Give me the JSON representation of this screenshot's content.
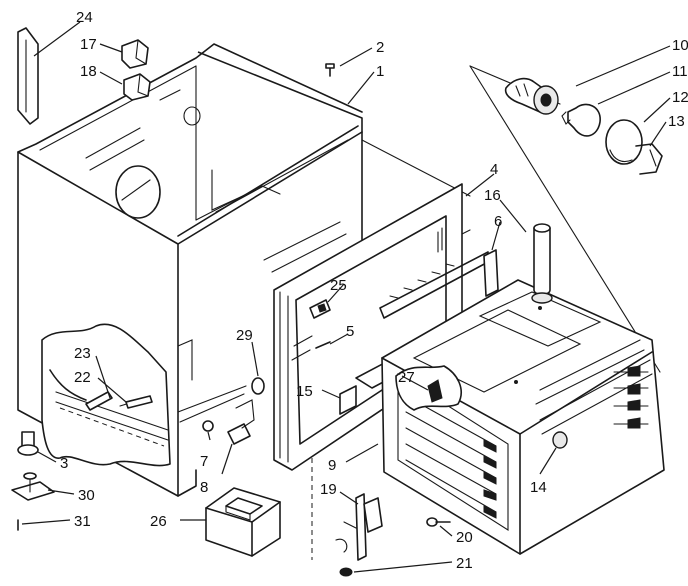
{
  "callouts": [
    {
      "id": "1",
      "text": "1"
    },
    {
      "id": "2",
      "text": "2"
    },
    {
      "id": "3",
      "text": "3"
    },
    {
      "id": "4",
      "text": "4"
    },
    {
      "id": "5",
      "text": "5"
    },
    {
      "id": "6",
      "text": "6"
    },
    {
      "id": "7",
      "text": "7"
    },
    {
      "id": "8",
      "text": "8"
    },
    {
      "id": "9",
      "text": "9"
    },
    {
      "id": "10",
      "text": "10"
    },
    {
      "id": "11",
      "text": "11"
    },
    {
      "id": "12",
      "text": "12"
    },
    {
      "id": "13",
      "text": "13"
    },
    {
      "id": "14",
      "text": "14"
    },
    {
      "id": "15",
      "text": "15"
    },
    {
      "id": "16",
      "text": "16"
    },
    {
      "id": "17",
      "text": "17"
    },
    {
      "id": "18",
      "text": "18"
    },
    {
      "id": "19",
      "text": "19"
    },
    {
      "id": "20",
      "text": "20"
    },
    {
      "id": "21",
      "text": "21"
    },
    {
      "id": "22",
      "text": "22"
    },
    {
      "id": "23",
      "text": "23"
    },
    {
      "id": "24",
      "text": "24"
    },
    {
      "id": "25",
      "text": "25"
    },
    {
      "id": "26",
      "text": "26"
    },
    {
      "id": "27",
      "text": "27"
    },
    {
      "id": "29",
      "text": "29"
    },
    {
      "id": "30",
      "text": "30"
    },
    {
      "id": "31",
      "text": "31"
    }
  ]
}
